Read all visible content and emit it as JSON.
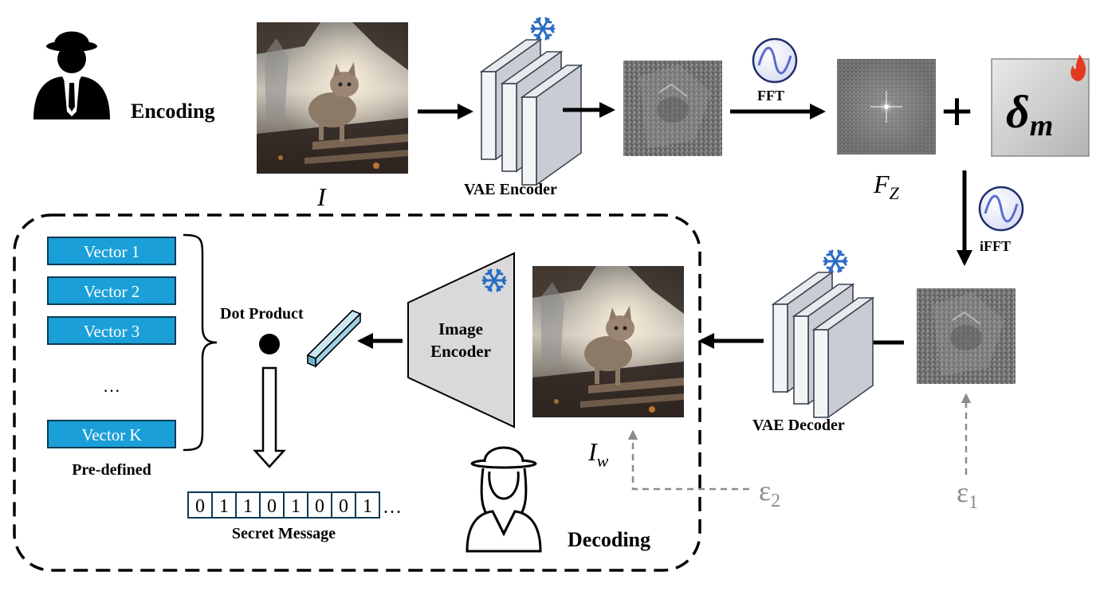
{
  "encoding": {
    "label": "Encoding",
    "input_image_label": "I",
    "vae_encoder_label": "VAE Encoder",
    "fft_label": "FFT",
    "freq_label_main": "F",
    "freq_label_sub": "Z",
    "plus_symbol": "+",
    "delta_main": "δ",
    "delta_sub": "m",
    "ifft_label": "iFFT"
  },
  "decoding": {
    "label": "Decoding",
    "vae_decoder_label": "VAE Decoder",
    "watermarked_label_main": "I",
    "watermarked_label_sub": "w",
    "image_encoder_line1": "Image",
    "image_encoder_line2": "Encoder",
    "dot_product_label": "Dot Product",
    "vectors": [
      "Vector 1",
      "Vector 2",
      "Vector 3",
      "…",
      "Vector K"
    ],
    "predefined_label": "Pre-defined",
    "secret_bits": [
      "0",
      "1",
      "1",
      "0",
      "1",
      "0",
      "0",
      "1"
    ],
    "secret_ellipsis": "…",
    "secret_label": "Secret Message",
    "eps1_main": "ε",
    "eps1_sub": "1",
    "eps2_main": "ε",
    "eps2_sub": "2"
  },
  "colors": {
    "vector_fill": "#1a9fd8",
    "frozen": "#2b6cc4",
    "trainable": "#e23a1e",
    "noise_arrow": "#8c8c8c",
    "block_face": "#f2f4f6",
    "block_side": "#c9cdd3"
  }
}
